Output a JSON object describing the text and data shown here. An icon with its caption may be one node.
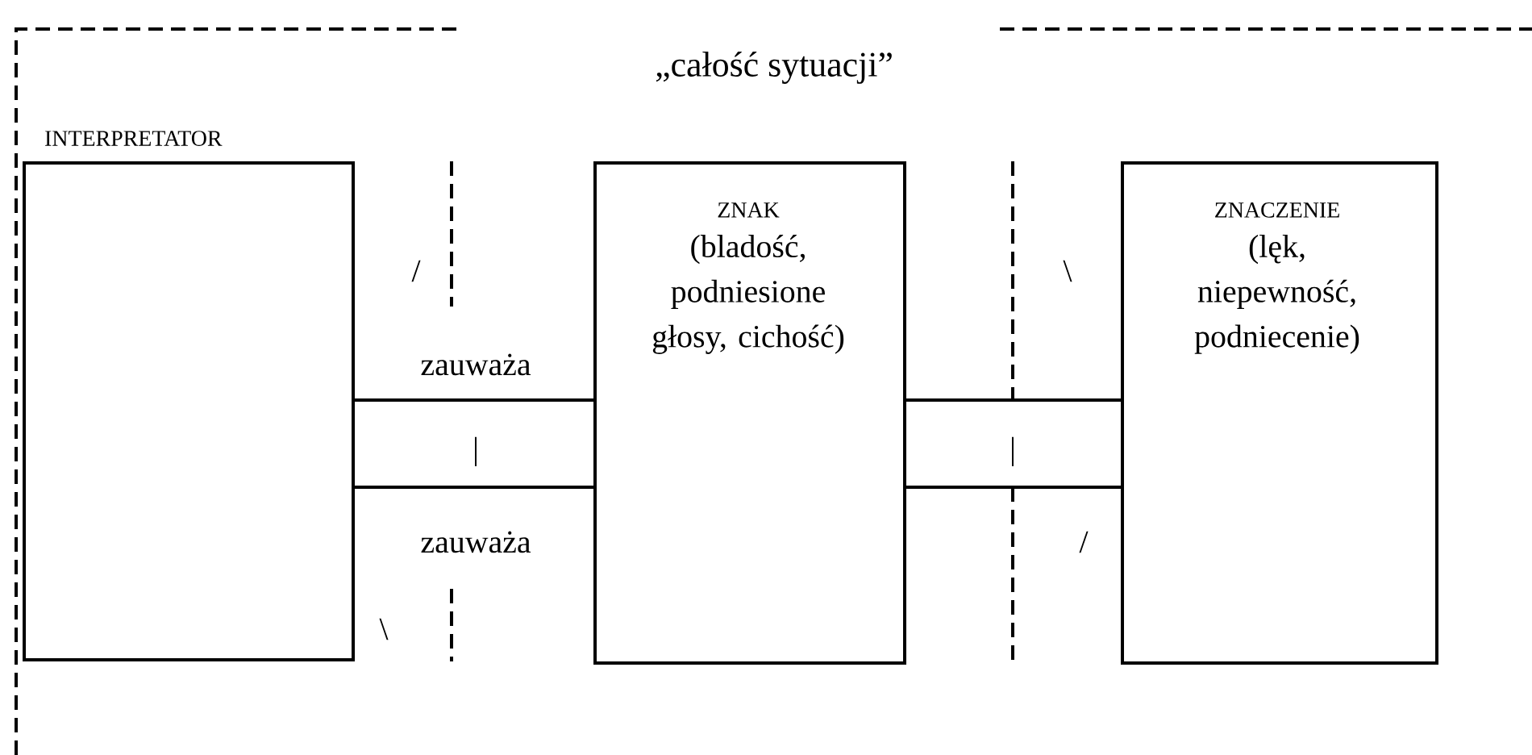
{
  "diagram": {
    "nodes": [
      {
        "text": [
          "„całość sytuacji”"
        ]
      },
      {
        "text": [
          "INTERPRETATOR"
        ],
        "in": 0
      },
      {
        "text": [
          "ZNAK",
          "(bladość, podniesione głosy, cichość)"
        ],
        "in": 0
      },
      {
        "text": [
          "ZNACZENIE",
          "(lęk, niepewność, podniecenie)"
        ],
        "in": 0
      }
    ],
    "edges": [
      {
        "from": 1,
        "to": 2,
        "arrow": "none"
      },
      {
        "from": 2,
        "to": 3,
        "arrow": "none"
      }
    ],
    "labels": [
      "/",
      "\\",
      "zauważa",
      "|",
      "|",
      "zauważa",
      "/",
      "\\"
    ]
  }
}
